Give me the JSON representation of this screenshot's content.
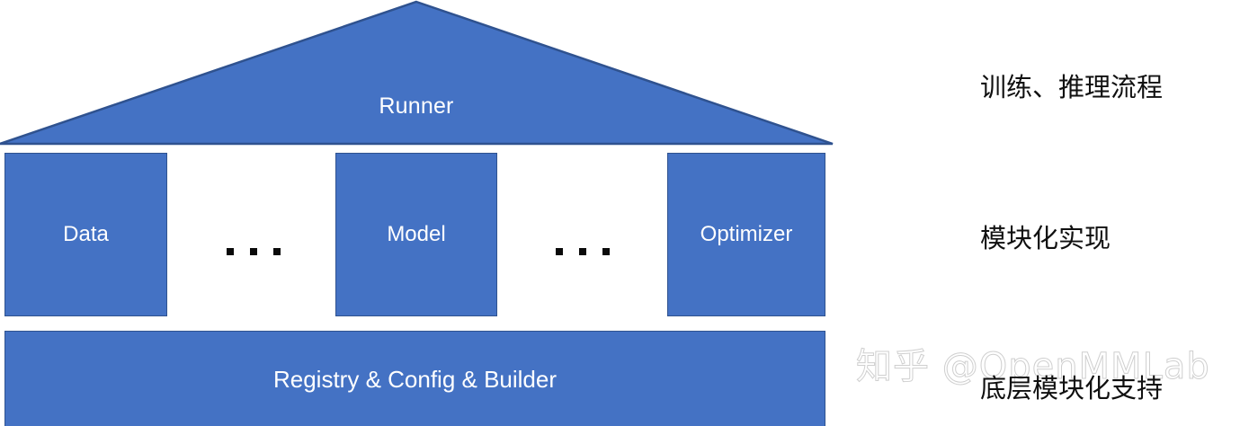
{
  "diagram": {
    "type": "layered-architecture-house",
    "roof": {
      "label": "Runner",
      "shape": "triangle-roof"
    },
    "pillars": [
      {
        "label": "Data"
      },
      {
        "label": "Model"
      },
      {
        "label": "Optimizer"
      }
    ],
    "ellipses": [
      {
        "dots": "..."
      },
      {
        "dots": "..."
      }
    ],
    "foundation": {
      "label": "Registry & Config & Builder"
    },
    "annotations": [
      {
        "label": "训练、推理流程"
      },
      {
        "label": "模块化实现"
      },
      {
        "label": "底层模块化支持"
      }
    ],
    "watermark": {
      "text": "知乎 @OpenMMLab"
    },
    "colors": {
      "fill": "#4472C4",
      "border": "#2F528F",
      "label_text": "#FFFFFF",
      "annotation_text": "#101010",
      "dot": "#0A0A0A",
      "watermark": "#CFCFCF",
      "background": "#FFFFFF"
    }
  }
}
